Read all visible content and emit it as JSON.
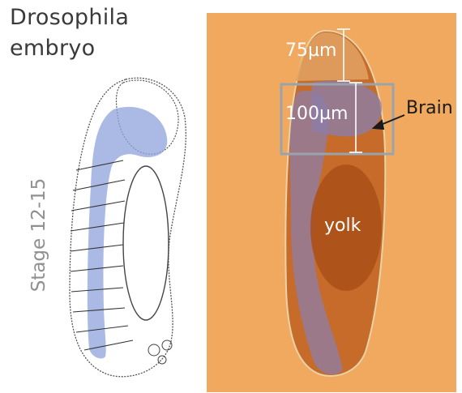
{
  "title": {
    "line1": "Drosophila",
    "line2": "embryo"
  },
  "stage_label": "Stage 12-15",
  "annotations": {
    "dist_75": "75µm",
    "dist_100": "100µm",
    "brain": "Brain",
    "yolk": "yolk"
  },
  "colors": {
    "nervous_system_highlight": "#8fa3dc",
    "photo_background": "#f0a95f",
    "brain_box": "#9aa3ab",
    "embryo_body": "#c66b2a"
  }
}
